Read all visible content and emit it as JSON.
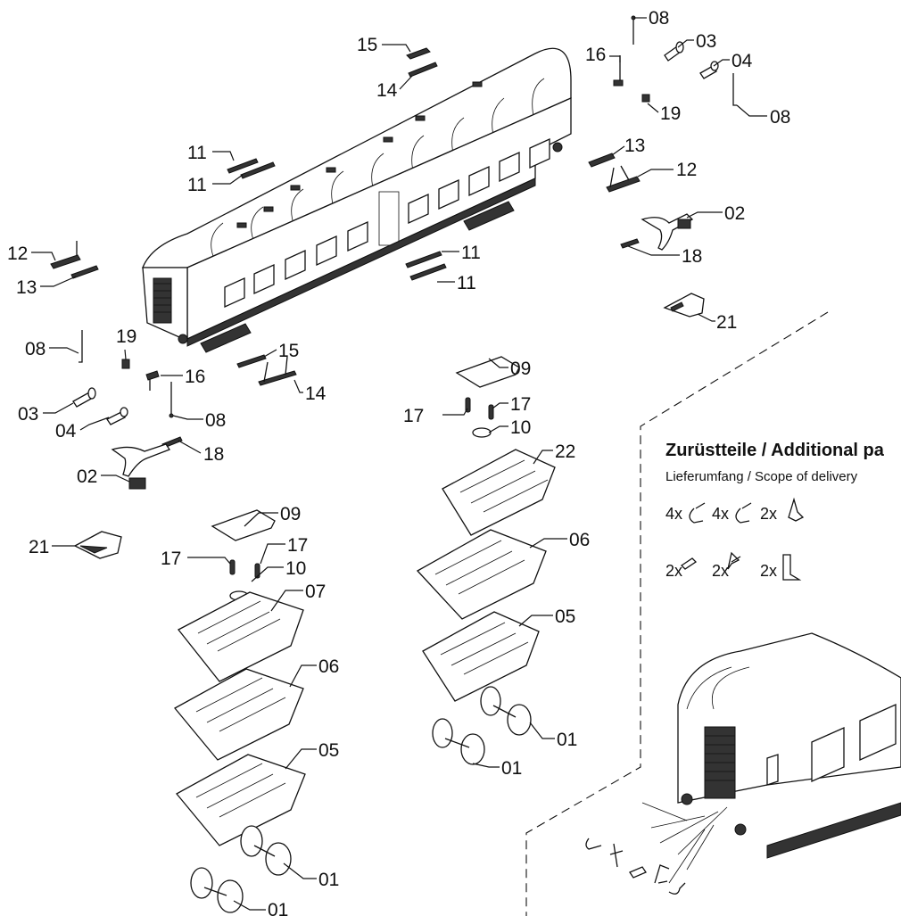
{
  "panel": {
    "title": "Zurüstteile / Additional pa",
    "subtitle": "Lieferumfang / Scope of delivery",
    "row1": [
      "4x",
      "4x",
      "2x"
    ],
    "row2": [
      "2x",
      "2x",
      "2x"
    ]
  },
  "part_labels": {
    "l08a": "08",
    "l03a": "03",
    "l04a": "04",
    "l16a": "16",
    "l19a": "19",
    "l08b": "08",
    "l15a": "15",
    "l14a": "14",
    "l13a": "13",
    "l12a": "12",
    "l02a": "02",
    "l18a": "18",
    "l21a": "21",
    "l11a": "11",
    "l11b": "11",
    "l11c": "11",
    "l11d": "11",
    "l12b": "12",
    "l13b": "13",
    "l08c": "08",
    "l19b": "19",
    "l16b": "16",
    "l03b": "03",
    "l04b": "04",
    "l08d": "08",
    "l15b": "15",
    "l14b": "14",
    "l18b": "18",
    "l02b": "02",
    "l21b": "21",
    "l09a": "09",
    "l17a": "17",
    "l17b": "17",
    "l10a": "10",
    "l07a": "07",
    "l06a": "06",
    "l05a": "05",
    "l01a": "01",
    "l01b": "01",
    "l09b": "09",
    "l17c": "17",
    "l17d": "17",
    "l10b": "10",
    "l22a": "22",
    "l06b": "06",
    "l05b": "05",
    "l01c": "01",
    "l01d": "01"
  }
}
